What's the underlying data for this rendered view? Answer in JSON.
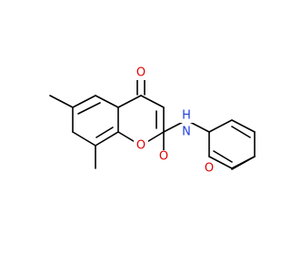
{
  "molecule": {
    "atoms": {
      "ketone_o": {
        "text": "O",
        "color": "#e00000"
      },
      "ring_o": {
        "text": "O",
        "color": "#e00000"
      },
      "amide_o": {
        "text": "O",
        "color": "#e00000"
      },
      "methoxy_o": {
        "text": "O",
        "color": "#e00000"
      },
      "amide_n": {
        "text": "N",
        "color": "#2040e0"
      },
      "amide_h": {
        "text": "H",
        "color": "#2040e0"
      }
    },
    "bond_color": "#000000",
    "background": "#ffffff"
  }
}
